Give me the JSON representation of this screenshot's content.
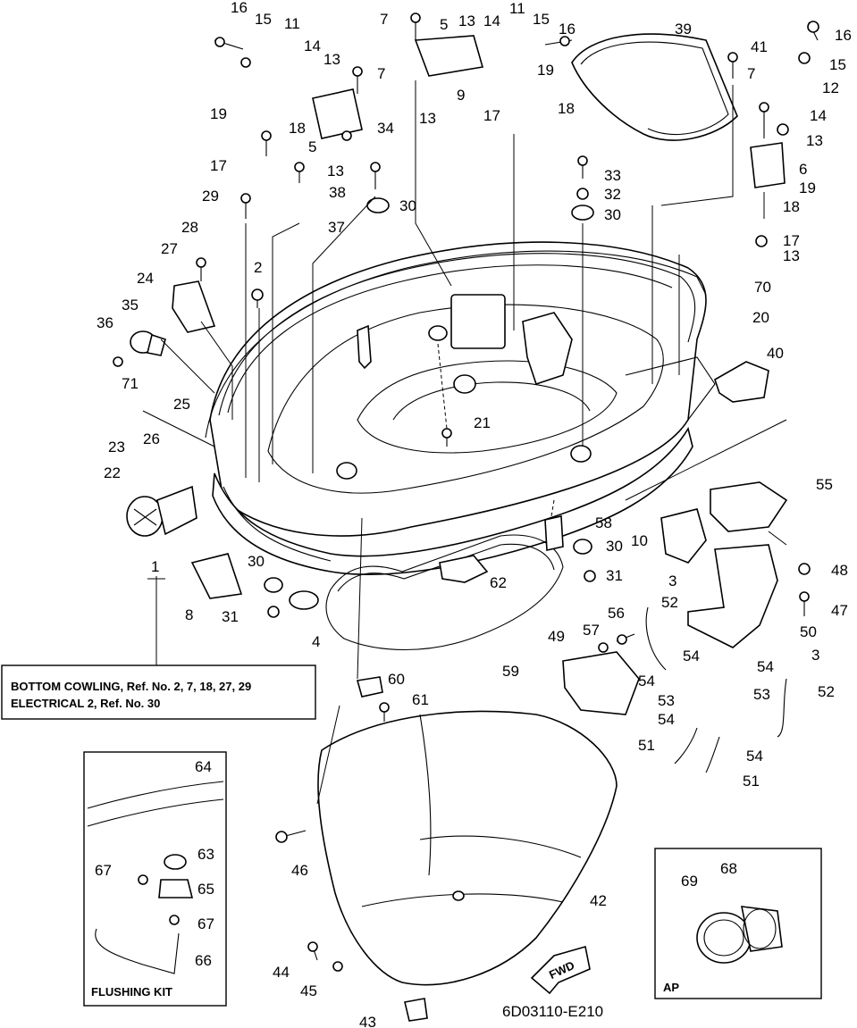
{
  "diagram": {
    "code": "6D03110-E210",
    "reference_box": {
      "line1": "BOTTOM COWLING,  Ref. No. 2, 7, 18, 27, 29",
      "line2": "ELECTRICAL 2, Ref. No. 30"
    },
    "flushing_kit_label": "FLUSHING KIT",
    "ap_label": "AP",
    "fwd_label": "FWD",
    "callouts": [
      {
        "id": "c16a",
        "text": "16"
      },
      {
        "id": "c15a",
        "text": "15"
      },
      {
        "id": "c11a",
        "text": "11"
      },
      {
        "id": "c14a",
        "text": "14"
      },
      {
        "id": "c13a",
        "text": "13"
      },
      {
        "id": "c7a",
        "text": "7"
      },
      {
        "id": "c19a",
        "text": "19"
      },
      {
        "id": "c18a",
        "text": "18"
      },
      {
        "id": "c5a",
        "text": "5"
      },
      {
        "id": "c13b",
        "text": "13"
      },
      {
        "id": "c17a",
        "text": "17"
      },
      {
        "id": "c38",
        "text": "38"
      },
      {
        "id": "c34",
        "text": "34"
      },
      {
        "id": "c30a",
        "text": "30"
      },
      {
        "id": "c29",
        "text": "29"
      },
      {
        "id": "c37",
        "text": "37"
      },
      {
        "id": "c28",
        "text": "28"
      },
      {
        "id": "c27",
        "text": "27"
      },
      {
        "id": "c2",
        "text": "2"
      },
      {
        "id": "c24",
        "text": "24"
      },
      {
        "id": "c35",
        "text": "35"
      },
      {
        "id": "c36",
        "text": "36"
      },
      {
        "id": "c71",
        "text": "71"
      },
      {
        "id": "c25",
        "text": "25"
      },
      {
        "id": "c26",
        "text": "26"
      },
      {
        "id": "c23",
        "text": "23"
      },
      {
        "id": "c22",
        "text": "22"
      },
      {
        "id": "c1",
        "text": "1"
      },
      {
        "id": "c7b",
        "text": "7"
      },
      {
        "id": "c5b",
        "text": "5"
      },
      {
        "id": "c13c",
        "text": "13"
      },
      {
        "id": "c14b",
        "text": "14"
      },
      {
        "id": "c11b",
        "text": "11"
      },
      {
        "id": "c15b",
        "text": "15"
      },
      {
        "id": "c16b",
        "text": "16"
      },
      {
        "id": "c19b",
        "text": "19"
      },
      {
        "id": "c13d",
        "text": "13"
      },
      {
        "id": "c9",
        "text": "9"
      },
      {
        "id": "c17b",
        "text": "17"
      },
      {
        "id": "c18b",
        "text": "18"
      },
      {
        "id": "c39",
        "text": "39"
      },
      {
        "id": "c41",
        "text": "41"
      },
      {
        "id": "c16c",
        "text": "16"
      },
      {
        "id": "c15c",
        "text": "15"
      },
      {
        "id": "c12",
        "text": "12"
      },
      {
        "id": "c7c",
        "text": "7"
      },
      {
        "id": "c14c",
        "text": "14"
      },
      {
        "id": "c13e",
        "text": "13"
      },
      {
        "id": "c6",
        "text": "6"
      },
      {
        "id": "c19c",
        "text": "19"
      },
      {
        "id": "c18c",
        "text": "18"
      },
      {
        "id": "c17c",
        "text": "17"
      },
      {
        "id": "c13f",
        "text": "13"
      },
      {
        "id": "c33",
        "text": "33"
      },
      {
        "id": "c32",
        "text": "32"
      },
      {
        "id": "c30b",
        "text": "30"
      },
      {
        "id": "c70",
        "text": "70"
      },
      {
        "id": "c20",
        "text": "20"
      },
      {
        "id": "c40",
        "text": "40"
      },
      {
        "id": "c21",
        "text": "21"
      },
      {
        "id": "c55",
        "text": "55"
      },
      {
        "id": "c58",
        "text": "58"
      },
      {
        "id": "c30c",
        "text": "30"
      },
      {
        "id": "c10",
        "text": "10"
      },
      {
        "id": "c31a",
        "text": "31"
      },
      {
        "id": "c3a",
        "text": "3"
      },
      {
        "id": "c62",
        "text": "62"
      },
      {
        "id": "c30d",
        "text": "30"
      },
      {
        "id": "c48",
        "text": "48"
      },
      {
        "id": "c47",
        "text": "47"
      },
      {
        "id": "c8",
        "text": "8"
      },
      {
        "id": "c31b",
        "text": "31"
      },
      {
        "id": "c4",
        "text": "4"
      },
      {
        "id": "c52a",
        "text": "52"
      },
      {
        "id": "c56",
        "text": "56"
      },
      {
        "id": "c57",
        "text": "57"
      },
      {
        "id": "c49",
        "text": "49"
      },
      {
        "id": "c50",
        "text": "50"
      },
      {
        "id": "c59",
        "text": "59"
      },
      {
        "id": "c54a",
        "text": "54"
      },
      {
        "id": "c54b",
        "text": "54"
      },
      {
        "id": "c3b",
        "text": "3"
      },
      {
        "id": "c54c",
        "text": "54"
      },
      {
        "id": "c53a",
        "text": "53"
      },
      {
        "id": "c53b",
        "text": "53"
      },
      {
        "id": "c52b",
        "text": "52"
      },
      {
        "id": "c60",
        "text": "60"
      },
      {
        "id": "c61",
        "text": "61"
      },
      {
        "id": "c54d",
        "text": "54"
      },
      {
        "id": "c54e",
        "text": "54"
      },
      {
        "id": "c51a",
        "text": "51"
      },
      {
        "id": "c51b",
        "text": "51"
      },
      {
        "id": "c64",
        "text": "64"
      },
      {
        "id": "c63",
        "text": "63"
      },
      {
        "id": "c67a",
        "text": "67"
      },
      {
        "id": "c65",
        "text": "65"
      },
      {
        "id": "c67b",
        "text": "67"
      },
      {
        "id": "c66",
        "text": "66"
      },
      {
        "id": "c46",
        "text": "46"
      },
      {
        "id": "c42",
        "text": "42"
      },
      {
        "id": "c69",
        "text": "69"
      },
      {
        "id": "c68",
        "text": "68"
      },
      {
        "id": "c44",
        "text": "44"
      },
      {
        "id": "c45",
        "text": "45"
      },
      {
        "id": "c43",
        "text": "43"
      }
    ]
  }
}
